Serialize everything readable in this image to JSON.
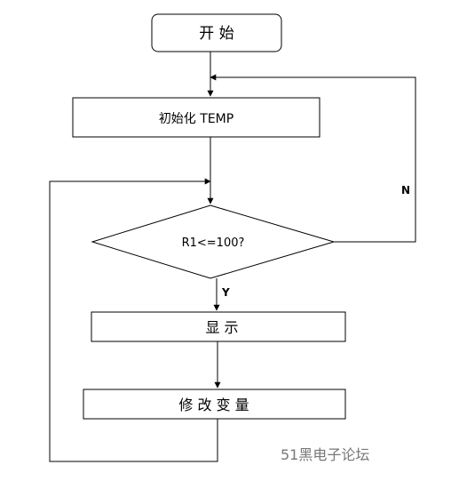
{
  "flowchart": {
    "start": "开 始",
    "init": "初始化 TEMP",
    "condition": "R1<=100?",
    "yes_label": "Y",
    "no_label": "N",
    "display": "显 示",
    "modify": "修 改 变 量"
  },
  "watermark": "51黑电子论坛"
}
